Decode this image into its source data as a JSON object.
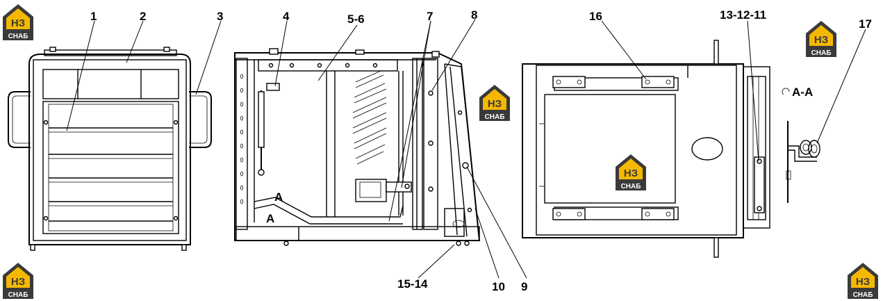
{
  "brand": {
    "logo_letters": "НЗ",
    "logo_caption": "СНАБ",
    "accent_color": "#f5b800",
    "dark_color": "#3a3a3a"
  },
  "callouts": {
    "c1": "1",
    "c2": "2",
    "c3": "3",
    "c4": "4",
    "c5_6": "5-6",
    "c7": "7",
    "c8": "8",
    "c9": "9",
    "c10": "10",
    "c15_14": "15-14",
    "c16": "16",
    "c13_12_11": "13-12-11",
    "c17": "17",
    "section_aa": "A-A",
    "mark_a1": "A",
    "mark_a2": "A"
  }
}
